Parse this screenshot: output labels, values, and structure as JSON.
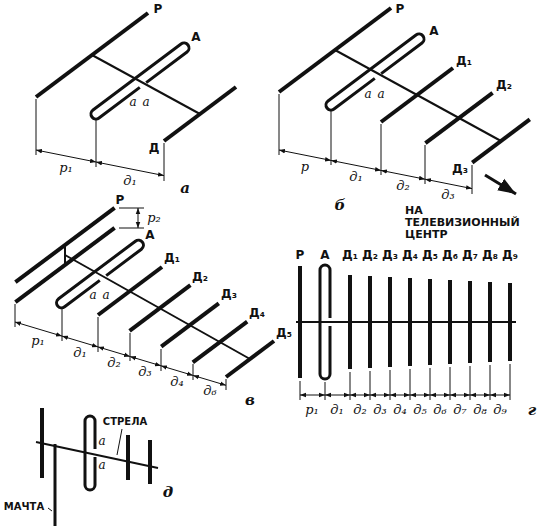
{
  "diagram": {
    "labels": [
      "Р",
      "А",
      "а",
      "а",
      "Д",
      "р₁",
      "д₁",
      "а",
      "Р",
      "А",
      "а",
      "а",
      "Д₁",
      "Д₂",
      "Д₃",
      "р",
      "д₁",
      "д₂",
      "д₃",
      "б",
      "НА ТЕЛЕВИЗИОННЫЙ ЦЕНТР",
      "Р",
      "р₂",
      "А",
      "а",
      "а",
      "Д₁",
      "Д₂",
      "Д₃",
      "Д₄",
      "Д₅",
      "р₁",
      "д₁",
      "д₂",
      "д₃",
      "д₄",
      "д₆",
      "в",
      "Р",
      "А",
      "Д₁",
      "Д₂",
      "Д₃",
      "Д₄",
      "Д₅",
      "Д₆",
      "Д₇",
      "Д₈",
      "Д₉",
      "р₁",
      "д₁",
      "д₂",
      "д₃",
      "д₄",
      "д₅",
      "д₆",
      "д₇",
      "д₈",
      "д₉",
      "г",
      "СТРЕЛА",
      "а",
      "а",
      "МАЧТА",
      "д"
    ]
  }
}
